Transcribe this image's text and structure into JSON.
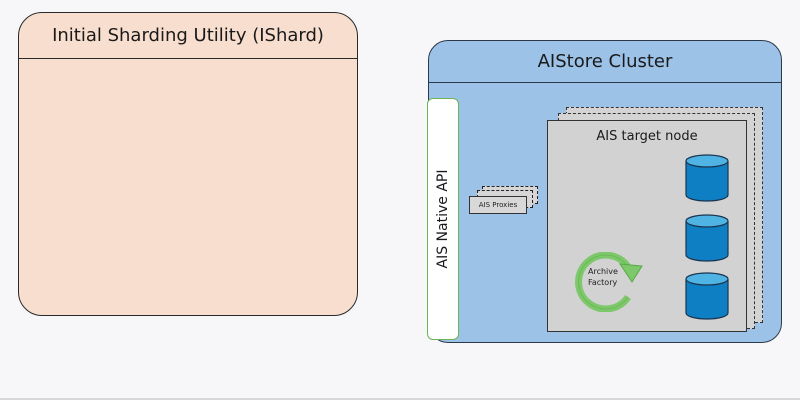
{
  "ishard": {
    "title": "Initial Sharding Utility (IShard)"
  },
  "cluster": {
    "title": "AIStore Cluster",
    "api_label": "AIS Native API",
    "proxies_label": "AIS Proxies",
    "target_node": {
      "title": "AIS target node",
      "disk_count": 3,
      "factory_label_line1": "Archive",
      "factory_label_line2": "Factory"
    }
  },
  "colors": {
    "ishard_fill": "#f8dece",
    "cluster_fill": "#9dc2e7",
    "api_border": "#6cb455",
    "node_fill": "#d2d2d2",
    "disk_blue": "#0f7fc4",
    "disk_top": "#4fb3e3",
    "factory_green": "#7dc86a"
  }
}
